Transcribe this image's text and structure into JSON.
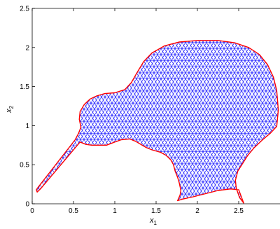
{
  "chart_data": {
    "type": "mesh",
    "title": "",
    "xlabel": "x",
    "xlabel_sub": "1",
    "ylabel": "x",
    "ylabel_sub": "2",
    "xlim": [
      0,
      3
    ],
    "ylim": [
      0,
      2.5
    ],
    "x_ticks": [
      0,
      0.5,
      1,
      1.5,
      2,
      2.5
    ],
    "x_tick_labels": [
      "0",
      "0.5",
      "1",
      "1.5",
      "2",
      "2.5"
    ],
    "y_ticks": [
      0,
      0.5,
      1,
      1.5,
      2,
      2.5
    ],
    "y_tick_labels": [
      "0",
      "0.5",
      "1",
      "1.5",
      "2",
      "2.5"
    ],
    "grid": false,
    "colors": {
      "mesh": "#0000ff",
      "boundary": "#ff0000",
      "axes": "#000000"
    },
    "boundary": [
      [
        0.06,
        0.15
      ],
      [
        0.1,
        0.19
      ],
      [
        0.58,
        0.79
      ],
      [
        0.65,
        0.76
      ],
      [
        0.72,
        0.75
      ],
      [
        0.8,
        0.75
      ],
      [
        0.9,
        0.75
      ],
      [
        1.0,
        0.79
      ],
      [
        1.08,
        0.82
      ],
      [
        1.18,
        0.83
      ],
      [
        1.25,
        0.8
      ],
      [
        1.3,
        0.77
      ],
      [
        1.38,
        0.72
      ],
      [
        1.45,
        0.69
      ],
      [
        1.55,
        0.66
      ],
      [
        1.62,
        0.62
      ],
      [
        1.68,
        0.56
      ],
      [
        1.71,
        0.5
      ],
      [
        1.73,
        0.42
      ],
      [
        1.76,
        0.34
      ],
      [
        1.78,
        0.27
      ],
      [
        1.79,
        0.22
      ],
      [
        1.8,
        0.17
      ],
      [
        1.79,
        0.11
      ],
      [
        1.76,
        0.04
      ],
      [
        1.82,
        0.06
      ],
      [
        1.95,
        0.09
      ],
      [
        2.1,
        0.13
      ],
      [
        2.25,
        0.17
      ],
      [
        2.4,
        0.19
      ],
      [
        2.5,
        0.18
      ],
      [
        2.56,
        0.01
      ],
      [
        2.51,
        0.08
      ],
      [
        2.47,
        0.2
      ],
      [
        2.46,
        0.3
      ],
      [
        2.49,
        0.42
      ],
      [
        2.55,
        0.52
      ],
      [
        2.61,
        0.62
      ],
      [
        2.69,
        0.72
      ],
      [
        2.79,
        0.82
      ],
      [
        2.88,
        0.9
      ],
      [
        2.96,
        0.99
      ],
      [
        2.98,
        1.2
      ],
      [
        2.96,
        1.45
      ],
      [
        2.92,
        1.62
      ],
      [
        2.85,
        1.78
      ],
      [
        2.75,
        1.91
      ],
      [
        2.62,
        2.0
      ],
      [
        2.45,
        2.06
      ],
      [
        2.25,
        2.09
      ],
      [
        2.0,
        2.09
      ],
      [
        1.78,
        2.07
      ],
      [
        1.6,
        2.02
      ],
      [
        1.45,
        1.93
      ],
      [
        1.35,
        1.82
      ],
      [
        1.27,
        1.68
      ],
      [
        1.2,
        1.55
      ],
      [
        1.12,
        1.46
      ],
      [
        1.0,
        1.42
      ],
      [
        0.88,
        1.41
      ],
      [
        0.78,
        1.38
      ],
      [
        0.7,
        1.34
      ],
      [
        0.63,
        1.27
      ],
      [
        0.58,
        1.18
      ],
      [
        0.57,
        1.08
      ],
      [
        0.59,
        0.98
      ],
      [
        0.56,
        0.9
      ],
      [
        0.52,
        0.82
      ],
      [
        0.07,
        0.21
      ],
      [
        0.05,
        0.18
      ]
    ]
  }
}
